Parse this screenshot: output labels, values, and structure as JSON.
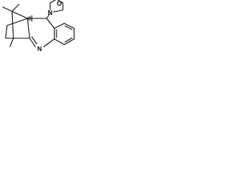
{
  "molecule": {
    "atoms": {
      "oxygen": "O",
      "ring_nitrogen": "N",
      "morpholine_nitrogen": "N"
    },
    "colors": {
      "bonds": "#000000",
      "labels": "#000000",
      "background": "#ffffff"
    }
  }
}
